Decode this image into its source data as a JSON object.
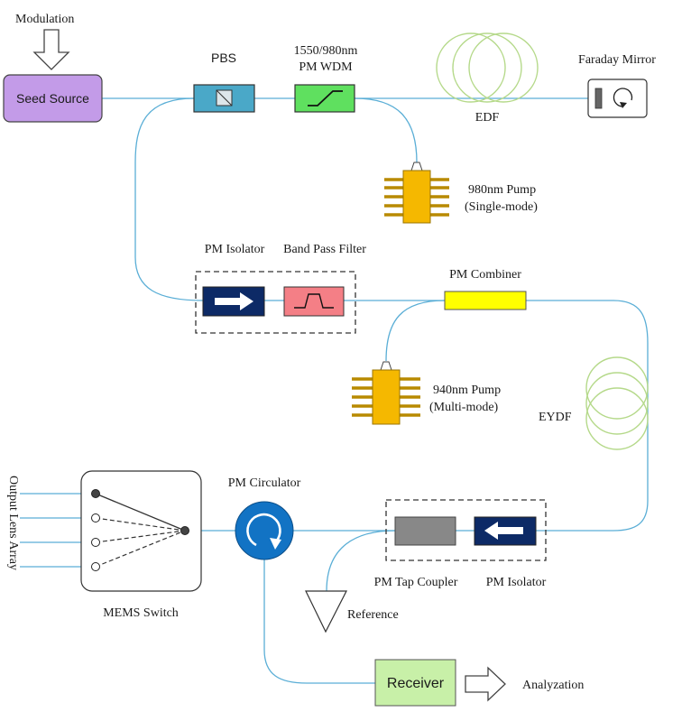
{
  "labels": {
    "modulation": "Modulation",
    "seed_source": "Seed Source",
    "pbs": "PBS",
    "wdm_line1": "1550/980nm",
    "wdm_line2": "PM WDM",
    "edf": "EDF",
    "faraday_mirror": "Faraday Mirror",
    "pump980_line1": "980nm Pump",
    "pump980_line2": "(Single-mode)",
    "pm_isolator_top": "PM Isolator",
    "band_pass_filter": "Band Pass Filter",
    "pm_combiner": "PM Combiner",
    "pump940_line1": "940nm Pump",
    "pump940_line2": "(Multi-mode)",
    "eydf": "EYDF",
    "output_lens_array": "Output Lens Array",
    "mems_switch": "MEMS Switch",
    "pm_circulator": "PM Circulator",
    "pm_tap_coupler": "PM Tap Coupler",
    "pm_isolator_bottom": "PM Isolator",
    "reference": "Reference",
    "receiver": "Receiver",
    "analyzation": "Analyzation"
  },
  "colors": {
    "fiber": "#5aaed6",
    "seed_source": "#c39be8",
    "pbs": "#4aa8c8",
    "wdm": "#5fe05f",
    "coil": "#b5d98a",
    "pump": "#f5b800",
    "isolator": "#0d2a66",
    "band_pass_filter": "#f47f86",
    "combiner": "#ffff00",
    "circulator": "#1273c4",
    "tap_coupler": "#888888",
    "receiver": "#c8f0a8"
  }
}
